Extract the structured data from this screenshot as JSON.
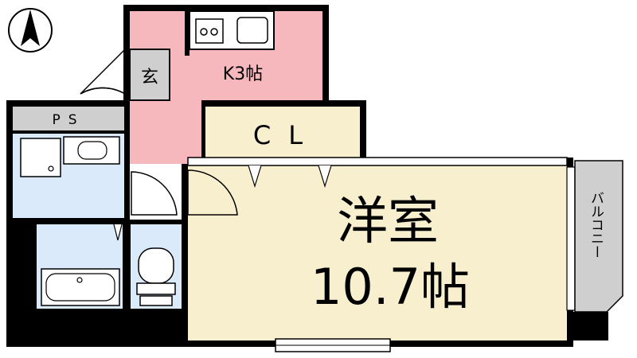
{
  "compass": {
    "north_icon": "north-arrow-icon"
  },
  "rooms": {
    "genkan": "玄",
    "kitchen": "K3帖",
    "ps": "PS",
    "closet": "CL",
    "western_room_title": "洋室",
    "western_room_size": "10.7帖",
    "balcony": "バルコニー"
  },
  "colors": {
    "kitchen_fill": "#f7b8bd",
    "room_fill": "#f8efcf",
    "bath_fill": "#dbeafb",
    "grey_fill": "#cfcfcf",
    "wall": "#000000"
  }
}
